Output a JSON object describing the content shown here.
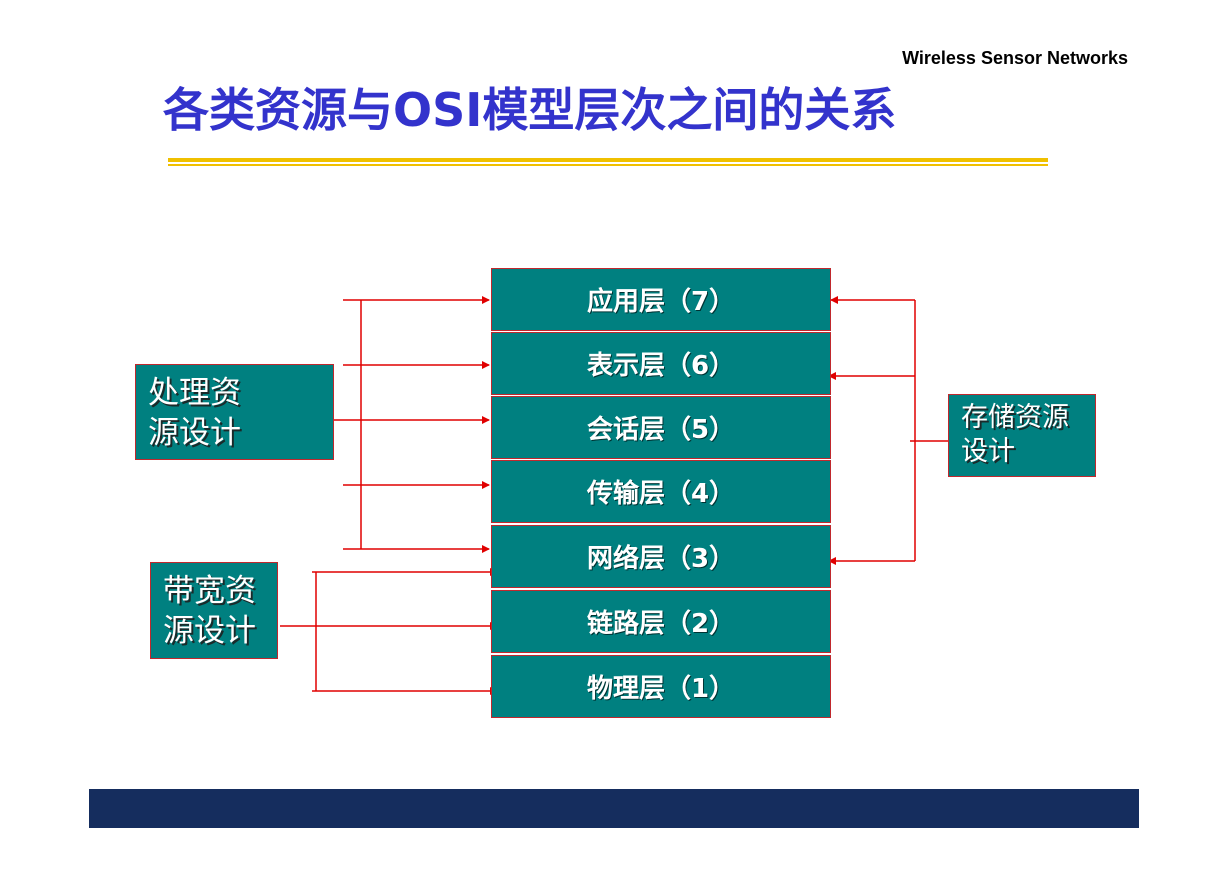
{
  "header": {
    "brand": "Wireless Sensor Networks",
    "title": "各类资源与OSI模型层次之间的关系"
  },
  "colors": {
    "title": "#3333cc",
    "layer_fill": "#008080",
    "border_red": "#c0282d",
    "rule_gold": "#f0c000",
    "footer_navy": "#152d5e"
  },
  "diagram": {
    "layers": [
      {
        "id": "application",
        "label": "应用层（7）"
      },
      {
        "id": "presentation",
        "label": "表示层（6）"
      },
      {
        "id": "session",
        "label": "会话层（5）"
      },
      {
        "id": "transport",
        "label": "传输层（4）"
      },
      {
        "id": "network",
        "label": "网络层（3）"
      },
      {
        "id": "datalink",
        "label": "链路层（2）"
      },
      {
        "id": "physical",
        "label": "物理层（1）"
      }
    ],
    "processing": {
      "line1": "处理资",
      "line2": "源设计"
    },
    "bandwidth": {
      "line1": "带宽资",
      "line2": "源设计"
    },
    "storage": {
      "line1": "存储资源",
      "line2": "设计"
    }
  }
}
